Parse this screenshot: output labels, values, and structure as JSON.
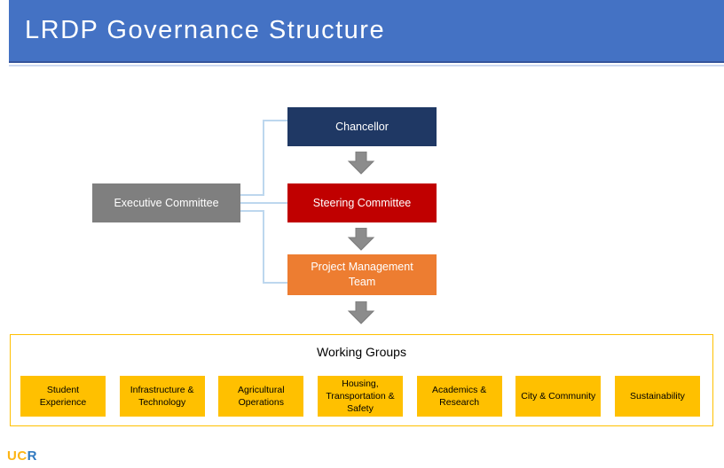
{
  "slide": {
    "title": "LRDP Governance Structure"
  },
  "org_chart": {
    "chancellor": "Chancellor",
    "executive_committee": "Executive Committee",
    "steering_committee": "Steering Committee",
    "project_management_team": "Project Management Team"
  },
  "working_groups": {
    "title": "Working Groups",
    "items": [
      "Student Experience",
      "Infrastructure & Technology",
      "Agricultural Operations",
      "Housing, Transportation & Safety",
      "Academics & Research",
      "City & Community",
      "Sustainability"
    ]
  },
  "footer": {
    "logo_uc": "UC",
    "logo_r": "R"
  },
  "colors": {
    "header_bg": "#4472C4",
    "chancellor_bg": "#1F3864",
    "executive_bg": "#7F7F7F",
    "steering_bg": "#C00000",
    "pmt_bg": "#ED7D31",
    "working_group_bg": "#FFC000",
    "working_group_border": "#FFC000",
    "connector_line": "#BDD7EE",
    "arrow": "#8C8C8C",
    "logo_uc": "#FDB515",
    "logo_r": "#3079C0"
  }
}
